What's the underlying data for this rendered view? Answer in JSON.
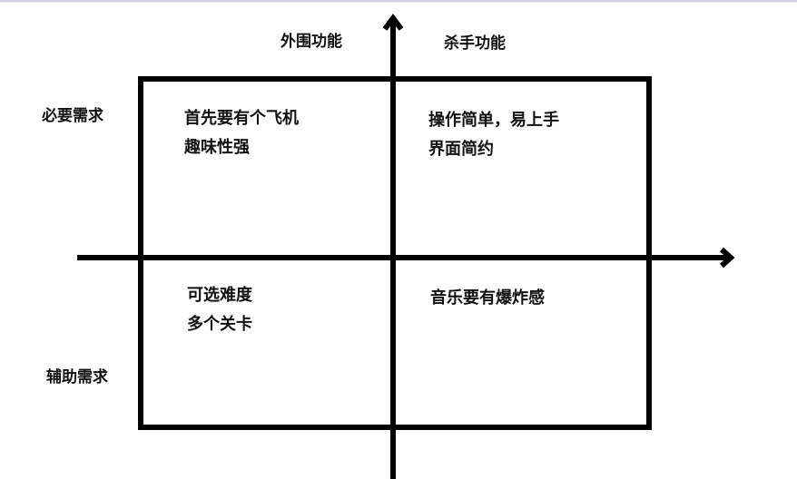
{
  "diagram": {
    "type": "quadrant",
    "axis_labels": {
      "top_left": "外围功能",
      "top_right": "杀手功能",
      "left_upper": "必要需求",
      "left_lower": "辅助需求"
    },
    "quadrants": {
      "top_left": {
        "lines": [
          "首先要有个飞机",
          "趣味性强"
        ]
      },
      "top_right": {
        "lines": [
          "操作简单，易上手",
          "界面简约"
        ]
      },
      "bottom_left": {
        "lines": [
          "可选难度",
          "多个关卡"
        ]
      },
      "bottom_right": {
        "lines": [
          "音乐要有爆炸感"
        ]
      }
    },
    "colors": {
      "line": "#000000",
      "text": "#111111",
      "top_border": "#cfcce3"
    }
  }
}
